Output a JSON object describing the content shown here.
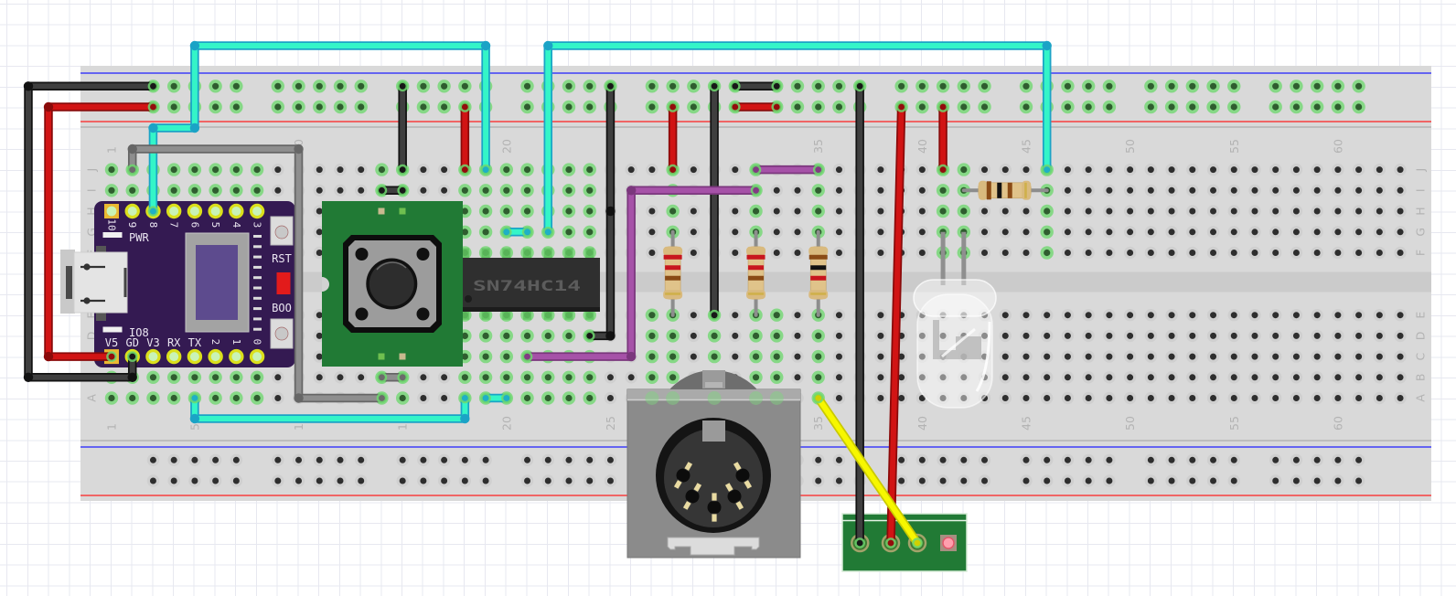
{
  "breadboard": {
    "columns": 63,
    "column_labels": [
      "1",
      "5",
      "10",
      "15",
      "20",
      "25",
      "30",
      "35",
      "40",
      "45",
      "50",
      "55",
      "60"
    ],
    "upper_rows": [
      "J",
      "I",
      "H",
      "G",
      "F"
    ],
    "lower_rows": [
      "E",
      "D",
      "C",
      "B",
      "A"
    ],
    "rail_rows_top": [
      "TR1",
      "TR2"
    ],
    "rail_rows_bottom": [
      "BR1",
      "BR2"
    ],
    "rail_group_start_columns": [
      3,
      9,
      15,
      21,
      27,
      33,
      39,
      45,
      51,
      57
    ],
    "rail_group_size": 5,
    "highlighted": {
      "upper_columns": [
        1,
        2,
        3,
        4,
        5,
        6,
        7,
        8,
        14,
        15,
        18,
        19,
        20,
        21,
        22,
        23,
        24,
        28,
        32,
        35,
        41,
        42,
        46
      ],
      "lower_columns": [
        1,
        2,
        3,
        4,
        5,
        6,
        7,
        8,
        14,
        15,
        18,
        19,
        20,
        21,
        22,
        23,
        24,
        27,
        28,
        30,
        32,
        33,
        35
      ],
      "top_rails": true,
      "bottom_rails": false
    },
    "colors": {
      "surface": "#d9d9d9",
      "channel": "#cbcbcb",
      "divider": "#bdbdbd",
      "hole": "#2e2e2e",
      "hole_ring": "#cfcfcf",
      "connected_hole": "#2f5d2f",
      "connected_ring": "#86d886",
      "rail_negative_line": "#1f1fff",
      "rail_positive_line": "#ff2020"
    }
  },
  "parts": {
    "microcontroller": {
      "top_pin_labels": [
        "10",
        "9",
        "8",
        "7",
        "6",
        "5",
        "4",
        "3"
      ],
      "bottom_pin_labels": [
        "V5",
        "GD",
        "V3",
        "RX",
        "TX",
        "2",
        "1",
        "0"
      ],
      "led_labels": [
        "PWR",
        "IO8"
      ],
      "button_labels": [
        "RST",
        "BOO"
      ],
      "top_pins": [
        "H1",
        "H2",
        "H3",
        "H4",
        "H5",
        "H6",
        "H7",
        "H8"
      ],
      "bottom_pins": [
        "C1",
        "C2",
        "C3",
        "C4",
        "C5",
        "C6",
        "C7",
        "C8"
      ],
      "board_color": "#341a52"
    },
    "pushbutton": {
      "pins": [
        "H14",
        "H15",
        "C14",
        "C15"
      ],
      "pcb_color": "#217a35"
    },
    "ic": {
      "label": "SN74HC14",
      "top_pins": [
        "F18",
        "F19",
        "F20",
        "F21",
        "F22",
        "F23",
        "F24"
      ],
      "bottom_pins": [
        "E18",
        "E19",
        "E20",
        "E21",
        "E22",
        "E23",
        "E24"
      ]
    },
    "resistors": [
      {
        "id": "R1",
        "from": "G28",
        "to": "E28",
        "bands": [
          "red",
          "red",
          "brown",
          "gold"
        ]
      },
      {
        "id": "R2",
        "from": "G32",
        "to": "E32",
        "bands": [
          "red",
          "red",
          "brown",
          "gold"
        ]
      },
      {
        "id": "R3",
        "from": "G35",
        "to": "E35",
        "bands": [
          "brown",
          "black",
          "red",
          "gold"
        ]
      },
      {
        "id": "R4",
        "from": "I42",
        "to": "I46",
        "bands": [
          "brown",
          "black",
          "brown",
          "gold"
        ]
      }
    ],
    "band_colors": {
      "black": "#111111",
      "brown": "#8a4b16",
      "red": "#c8161e",
      "gold": "#cfb04a"
    },
    "led": {
      "color": "white",
      "legs": [
        "G41",
        "G42"
      ]
    },
    "midi_din": {
      "pins": [
        "A27",
        "A28",
        "A30",
        "A32",
        "A33"
      ]
    },
    "module": {
      "pins": [
        "module:1",
        "module:2",
        "module:3"
      ],
      "pcb_color": "#217a35"
    }
  },
  "wire_colors": {
    "black": {
      "core": "#3f3f3f",
      "edge": "#121212"
    },
    "red": {
      "core": "#d11414",
      "edge": "#8a0a0a"
    },
    "cyan": {
      "core": "#34f5c8",
      "edge": "#1ba3c6"
    },
    "gray": {
      "core": "#8e8e8e",
      "edge": "#666666"
    },
    "purple": {
      "core": "#a652a8",
      "edge": "#7b377d"
    },
    "yellow": {
      "core": "#f7f700",
      "edge": "#c9c900"
    }
  },
  "wires": [
    {
      "id": "w1",
      "color": "black",
      "from": "TR1-3",
      "to": "C2"
    },
    {
      "id": "w2",
      "color": "red",
      "from": "TR2-3",
      "to": "C1"
    },
    {
      "id": "w3",
      "color": "cyan",
      "from": "H3",
      "to": "J19"
    },
    {
      "id": "w4",
      "color": "cyan",
      "from": "G22",
      "to": "J46"
    },
    {
      "id": "w5",
      "color": "cyan",
      "from": "A5",
      "to": "A18"
    },
    {
      "id": "w6",
      "color": "cyan",
      "from": "G20",
      "to": "G21"
    },
    {
      "id": "w7",
      "color": "cyan",
      "from": "A19",
      "to": "A20"
    },
    {
      "id": "w8",
      "color": "gray",
      "from": "J2",
      "to": "A14"
    },
    {
      "id": "w9",
      "color": "gray",
      "from": "B14",
      "to": "B15"
    },
    {
      "id": "w10",
      "color": "black",
      "from": "I14",
      "to": "I15"
    },
    {
      "id": "w11",
      "color": "black",
      "from": "TR1-15",
      "to": "J15"
    },
    {
      "id": "w12",
      "color": "red",
      "from": "TR2-18",
      "to": "J18"
    },
    {
      "id": "w13",
      "color": "black",
      "from": "TR1-25",
      "to": "D24"
    },
    {
      "id": "w14",
      "color": "black",
      "from": "TR1-30",
      "to": "E30"
    },
    {
      "id": "w15",
      "color": "black",
      "from": "TR1-31",
      "to": "TR1-33"
    },
    {
      "id": "w16",
      "color": "red",
      "from": "TR2-31",
      "to": "TR2-33"
    },
    {
      "id": "w17",
      "color": "red",
      "from": "TR2-28",
      "to": "J28"
    },
    {
      "id": "w18",
      "color": "purple",
      "from": "J32",
      "to": "J35"
    },
    {
      "id": "w19",
      "color": "purple",
      "from": "I32",
      "to": "C21"
    },
    {
      "id": "w20",
      "color": "black",
      "from": "TR1-37",
      "to": "module:1"
    },
    {
      "id": "w21",
      "color": "red",
      "from": "TR2-39",
      "to": "module:2"
    },
    {
      "id": "w22",
      "color": "red",
      "from": "TR2-41",
      "to": "J41"
    },
    {
      "id": "w23",
      "color": "yellow",
      "from": "A35",
      "to": "module:3"
    }
  ]
}
